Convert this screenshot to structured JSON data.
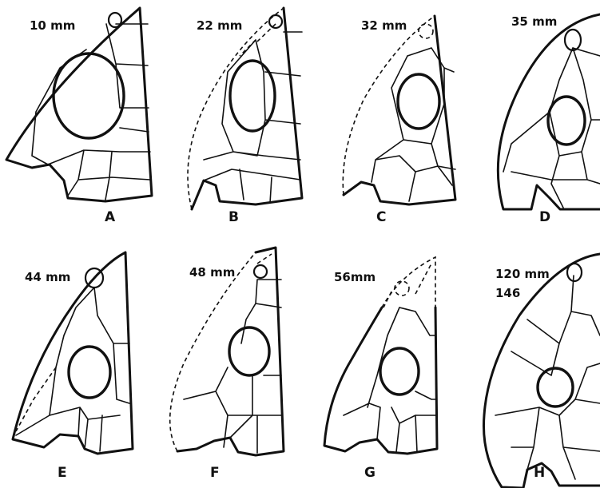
{
  "figure": {
    "panels": [
      {
        "letter": "A",
        "size": "10 mm"
      },
      {
        "letter": "B",
        "size": "22 mm"
      },
      {
        "letter": "C",
        "size": "32 mm"
      },
      {
        "letter": "D",
        "size": "35 mm"
      },
      {
        "letter": "E",
        "size": "44 mm"
      },
      {
        "letter": "F",
        "size": "48 mm"
      },
      {
        "letter": "G",
        "size": "56mm"
      },
      {
        "letter": "H",
        "size": "120 mm"
      }
    ],
    "plate_number": "146"
  }
}
